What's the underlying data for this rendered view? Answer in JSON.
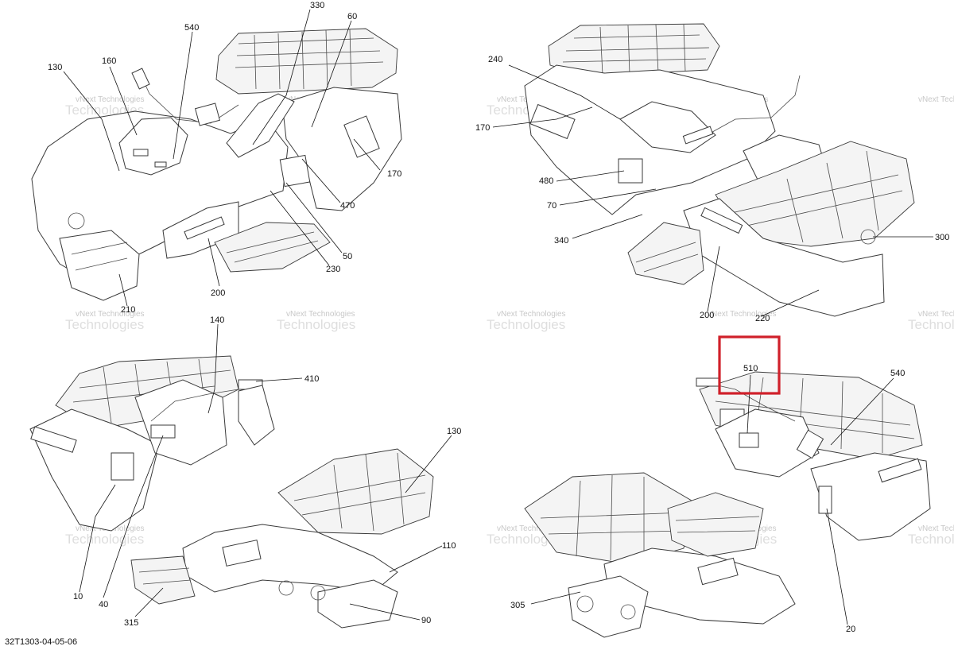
{
  "document_code": "32T1303-04-05-06",
  "watermark": {
    "line1": "vNext Technologies",
    "line2": "Technologies"
  },
  "highlight_color": "#d0202a",
  "views": [
    {
      "name": "top-left",
      "callouts": [
        "540",
        "330",
        "60",
        "130",
        "160",
        "170",
        "470",
        "50",
        "230",
        "200",
        "210"
      ]
    },
    {
      "name": "top-right",
      "callouts": [
        "240",
        "170",
        "480",
        "70",
        "340",
        "300",
        "200",
        "220"
      ]
    },
    {
      "name": "bottom-left",
      "callouts": [
        "140",
        "410",
        "130",
        "110",
        "10",
        "40",
        "315",
        "90"
      ]
    },
    {
      "name": "bottom-right",
      "callouts": [
        "510",
        "540",
        "305",
        "20"
      ]
    }
  ]
}
